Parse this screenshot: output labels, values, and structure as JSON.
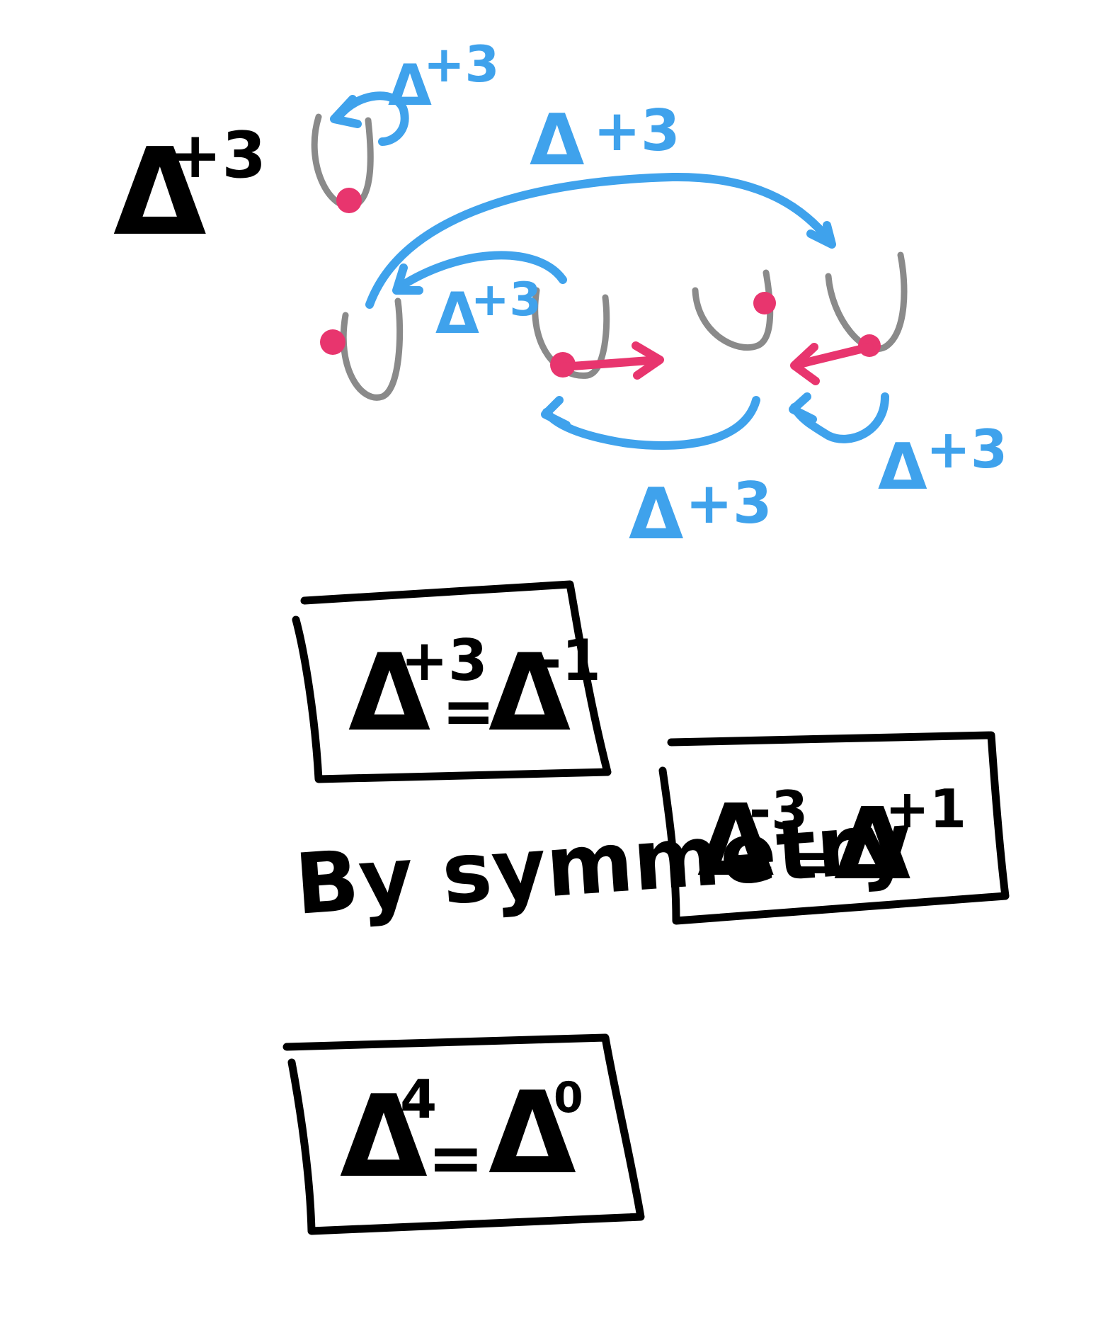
{
  "colors": {
    "ink": "#000000",
    "arrow": "#3fa2ec",
    "bowl": "#8a8a8a",
    "bead": "#e8356e"
  },
  "header": {
    "operator": "Δ",
    "exponent": "+3"
  },
  "arrow_labels": [
    {
      "base": "Δ",
      "exp": "+3"
    },
    {
      "base": "Δ",
      "exp": "+3"
    },
    {
      "base": "Δ",
      "exp": "+3"
    },
    {
      "base": "Δ",
      "exp": "+3"
    },
    {
      "base": "Δ",
      "exp": "+3"
    }
  ],
  "equations": [
    {
      "lhs_base": "Δ",
      "lhs_exp": "+3",
      "eq": "=",
      "rhs_base": "Δ",
      "rhs_exp": "-1"
    },
    {
      "lhs_base": "Δ",
      "lhs_exp": "-3",
      "eq": "=",
      "rhs_base": "Δ",
      "rhs_exp": "+1"
    },
    {
      "lhs_base": "Δ",
      "lhs_exp": "4",
      "eq": "=",
      "rhs_base": "Δ",
      "rhs_exp": "0"
    }
  ],
  "note": "By symmetry"
}
